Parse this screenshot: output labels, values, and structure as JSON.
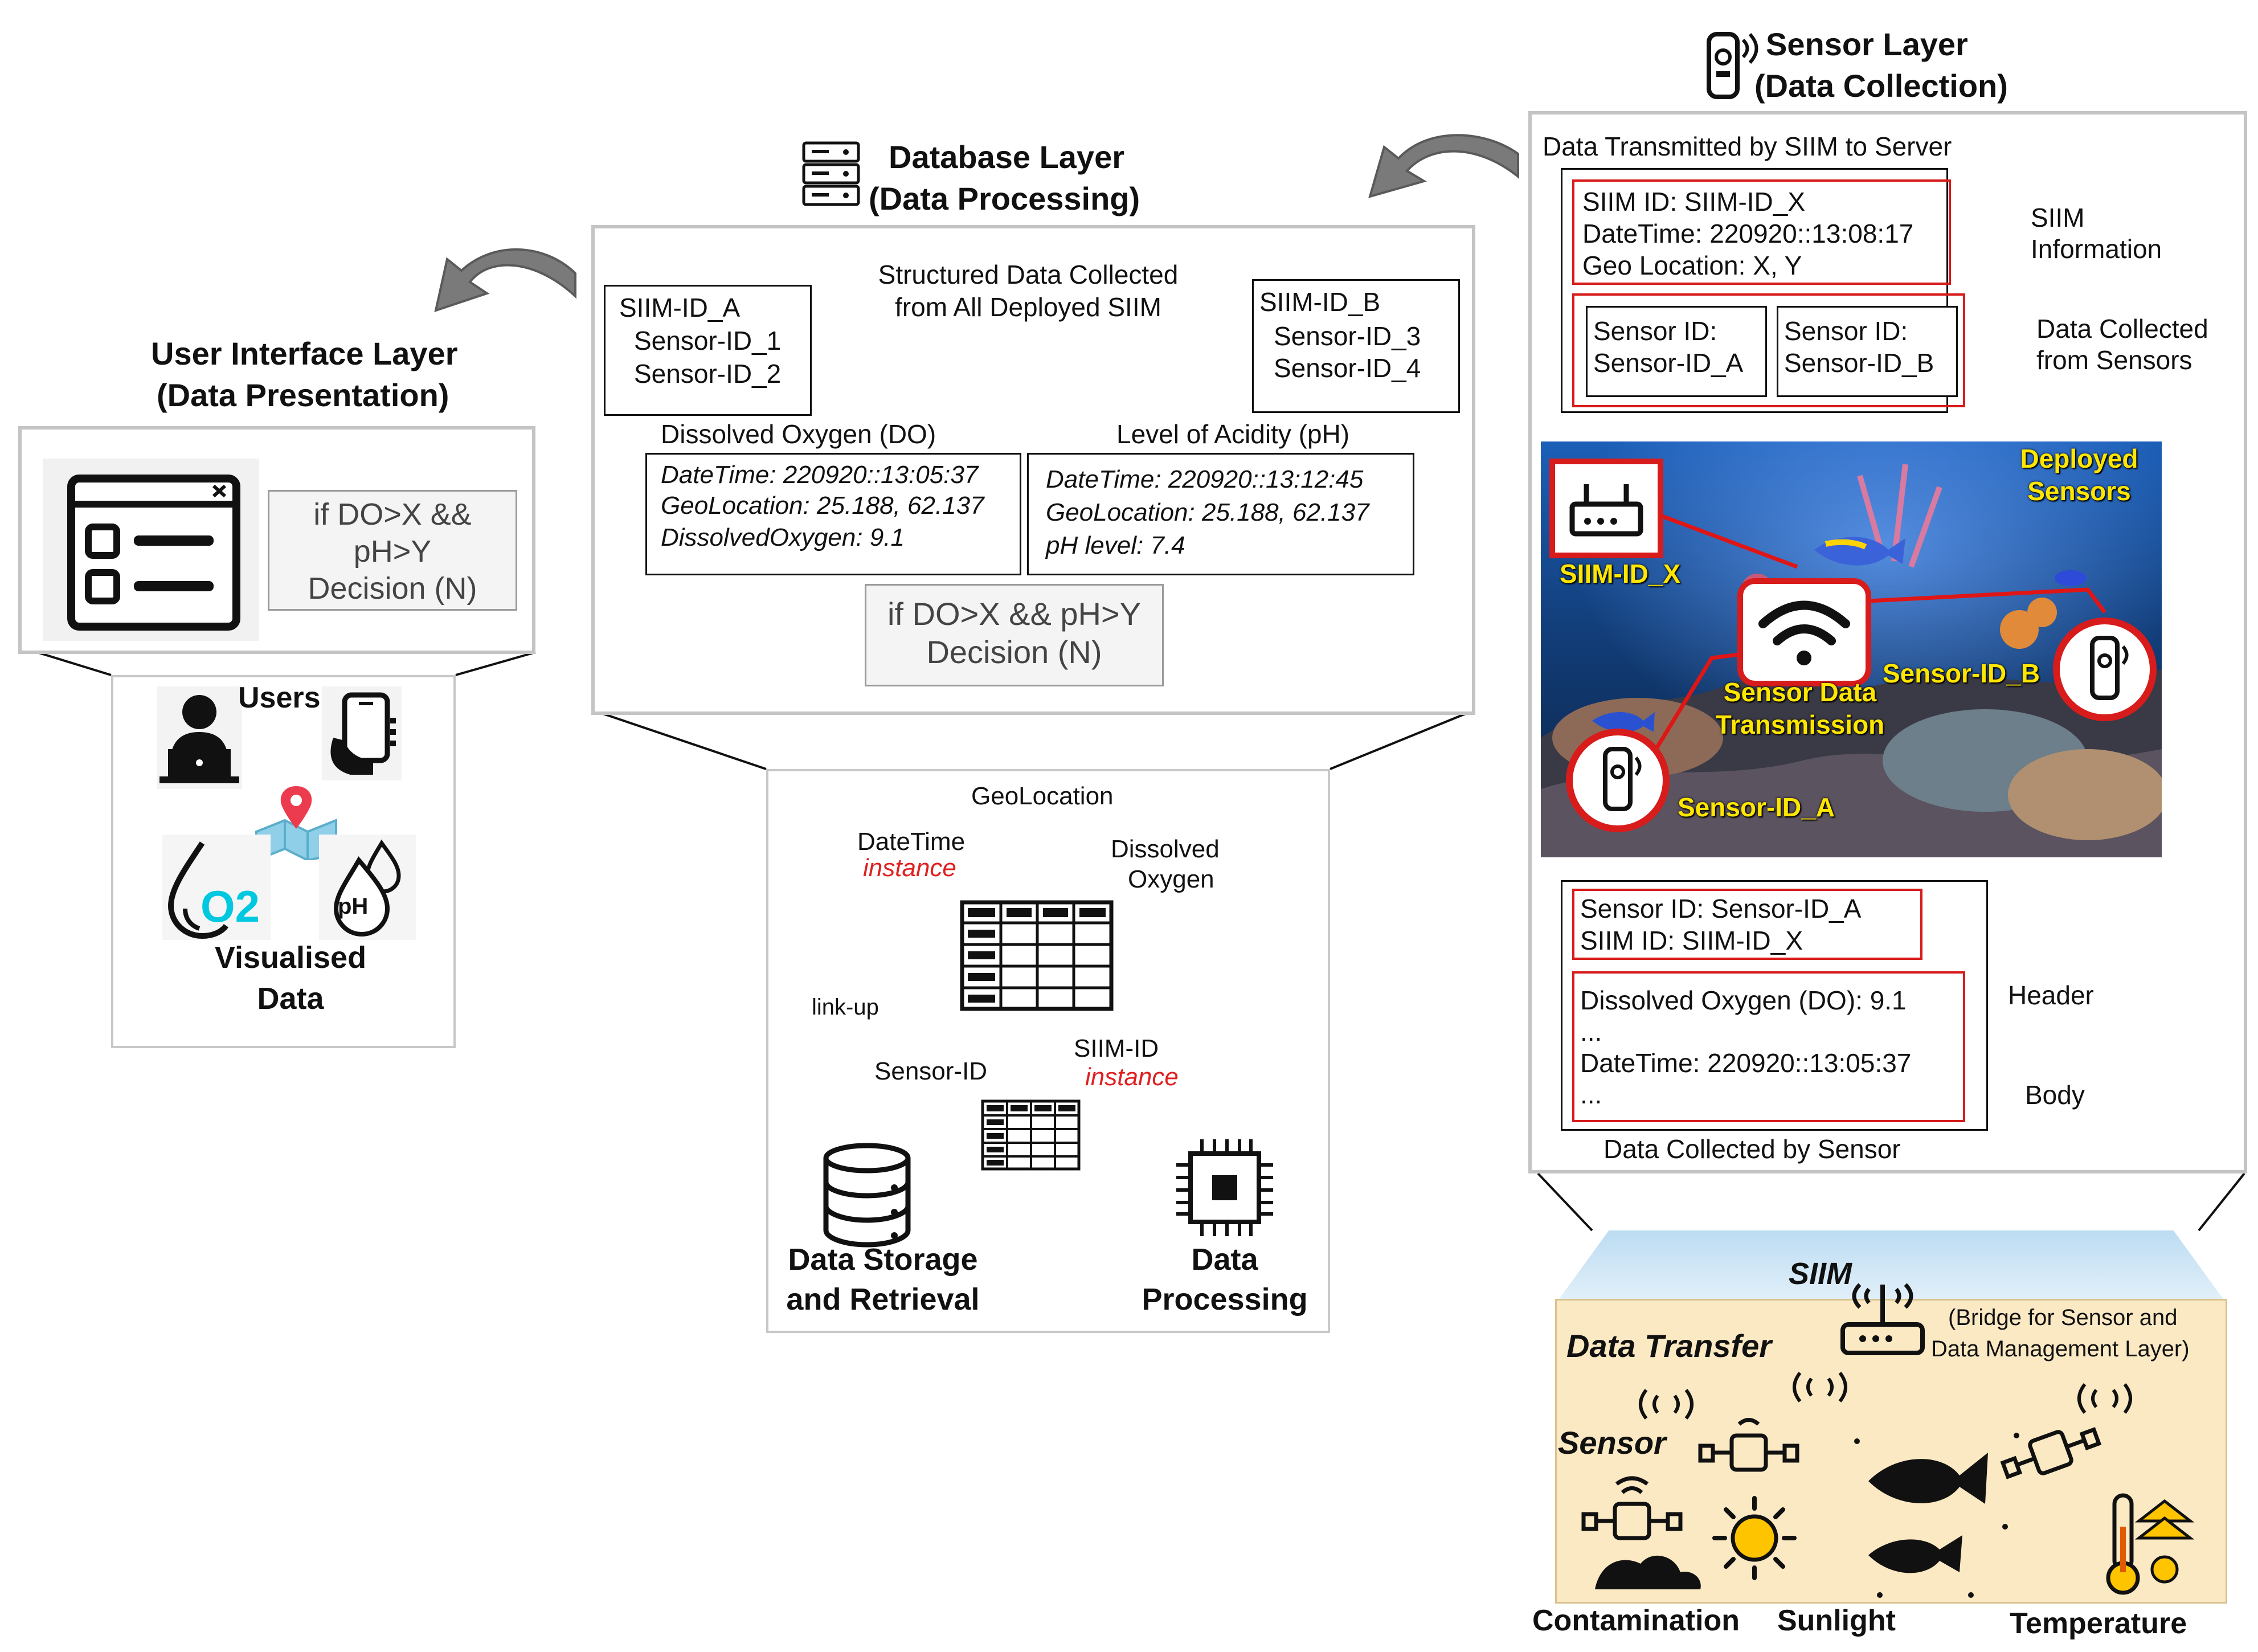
{
  "sensor_layer": {
    "title1": "Sensor Layer",
    "title2": "(Data Collection)",
    "transmitted_label": "Data Transmitted by SIIM to Server",
    "siim_info": [
      "SIIM ID: SIIM-ID_X",
      "DateTime: 220920::13:08:17",
      "Geo Location: X, Y"
    ],
    "siim_info_note": [
      "SIIM",
      "Information"
    ],
    "sensor_boxes": [
      [
        "Sensor ID:",
        "Sensor-ID_A"
      ],
      [
        "Sensor ID:",
        "Sensor-ID_B"
      ]
    ],
    "collected_note": [
      "Data Collected",
      "from Sensors"
    ],
    "photo_labels": {
      "deployed": [
        "Deployed",
        "Sensors"
      ],
      "siim": "SIIM-ID_X",
      "transmission": [
        "Sensor Data",
        "Transmission"
      ],
      "sensor_b": "Sensor-ID_B",
      "sensor_a": "Sensor-ID_A"
    },
    "packet_header": [
      "Sensor ID: Sensor-ID_A",
      "SIIM ID: SIIM-ID_X"
    ],
    "packet_body": [
      "Dissolved Oxygen (DO): 9.1",
      "...",
      "DateTime: 220920::13:05:37",
      "..."
    ],
    "header_label": "Header",
    "body_label": "Body",
    "packet_caption": "Data Collected by Sensor"
  },
  "field": {
    "siim": "SIIM",
    "bridge": [
      "(Bridge for Sensor and",
      "Data Management Layer)"
    ],
    "data_transfer": "Data Transfer",
    "sensor": "Sensor",
    "contamination": "Contamination",
    "sunlight": "Sunlight",
    "temperature": "Temperature"
  },
  "database_layer": {
    "title1": "Database Layer",
    "title2": "(Data Processing)",
    "structured": [
      "Structured Data Collected",
      "from All Deployed SIIM"
    ],
    "siim_a": [
      "SIIM-ID_A",
      "Sensor-ID_1",
      "Sensor-ID_2"
    ],
    "siim_b": [
      "SIIM-ID_B",
      "Sensor-ID_3",
      "Sensor-ID_4"
    ],
    "do_label": "Dissolved Oxygen (DO)",
    "ph_label": "Level of Acidity (pH)",
    "do_record": [
      "DateTime: 220920::13:05:37",
      "GeoLocation: 25.188, 62.137",
      "DissolvedOxygen: 9.1"
    ],
    "ph_record": [
      "DateTime: 220920::13:12:45",
      "GeoLocation: 25.188, 62.137",
      "pH level: 7.4"
    ],
    "decision": [
      "if DO>X && pH>Y",
      "Decision (N)"
    ]
  },
  "schema": {
    "geolocation": "GeoLocation",
    "datetime": "DateTime",
    "instance1": "instance",
    "dissolved": [
      "Dissolved",
      "Oxygen"
    ],
    "linkup": "link-up",
    "sensor_id": "Sensor-ID",
    "siim_id": "SIIM-ID",
    "instance2": "instance",
    "storage": [
      "Data Storage",
      "and Retrieval"
    ],
    "processing": [
      "Data",
      "Processing"
    ]
  },
  "ui_layer": {
    "title1": "User Interface Layer",
    "title2": "(Data Presentation)",
    "decision": [
      "if DO>X &&",
      "pH>Y",
      "Decision (N)"
    ],
    "users": "Users",
    "o2": "O2",
    "ph_icon": "pH",
    "visualised": [
      "Visualised",
      "Data"
    ]
  },
  "colors": {
    "accent_red": "#d81b1b",
    "highlight_yellow": "#ffe600",
    "o2_cyan": "#00c8e0",
    "field_bg": "#fbe9c4",
    "sky": "#cfe6f5"
  }
}
